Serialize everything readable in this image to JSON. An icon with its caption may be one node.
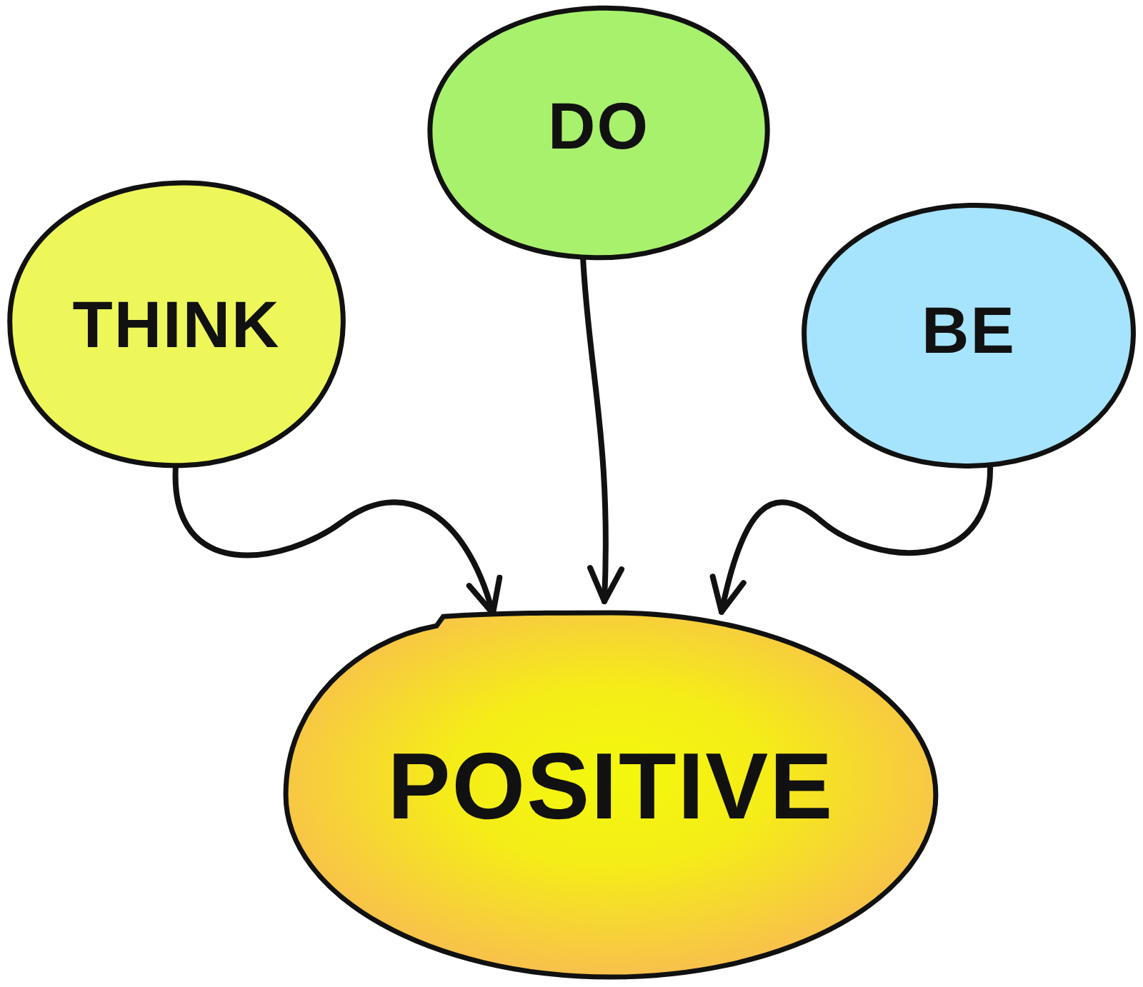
{
  "diagram": {
    "nodes": [
      {
        "text": [
          "THINK"
        ]
      },
      {
        "text": [
          "DO"
        ]
      },
      {
        "text": [
          "BE"
        ]
      },
      {
        "text": [
          "POSITIVE"
        ]
      }
    ],
    "edges": [
      {
        "from": 0,
        "to": 3,
        "arrow": "to"
      },
      {
        "from": 1,
        "to": 3,
        "arrow": "to"
      },
      {
        "from": 2,
        "to": 3,
        "arrow": "to"
      }
    ]
  }
}
